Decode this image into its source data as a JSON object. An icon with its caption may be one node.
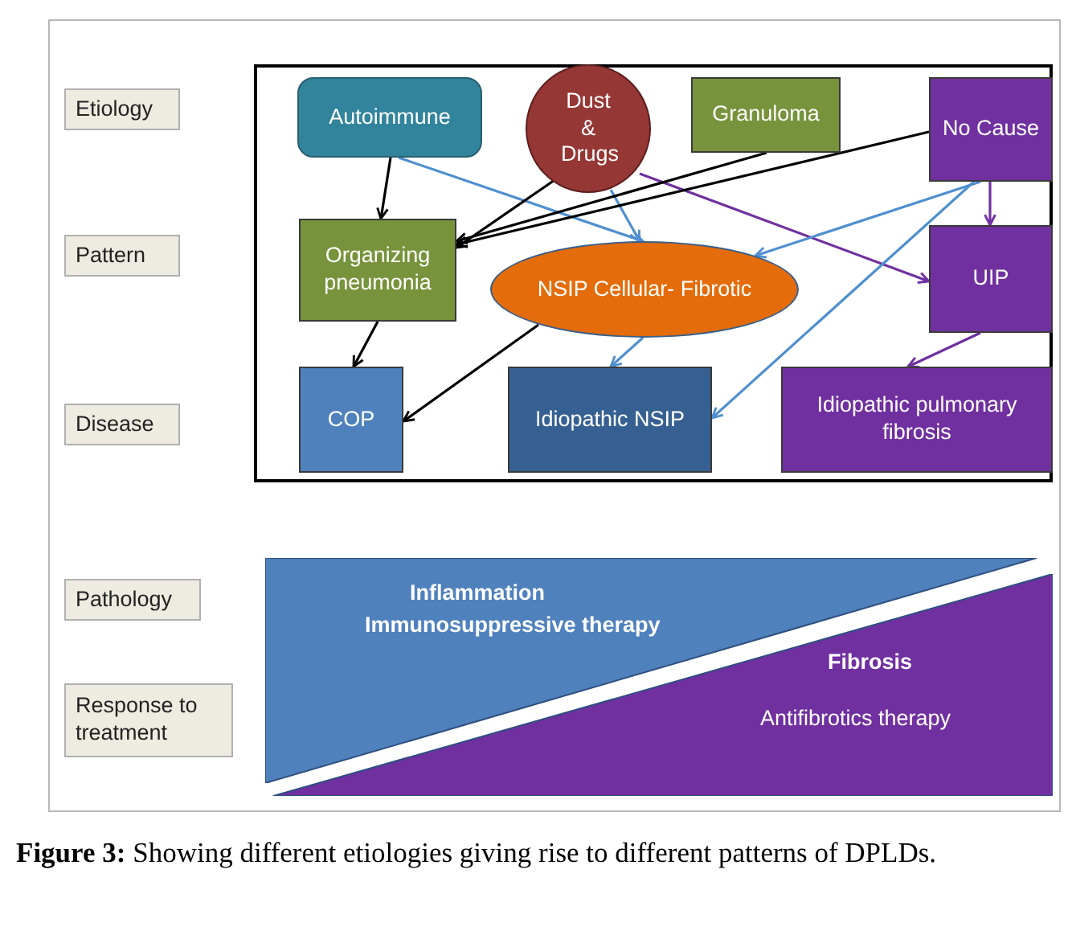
{
  "diagram": {
    "caption": "**Figure 3:** Showing different etiologies giving rise to different patterns of DPLDs.",
    "nodes": [
      {
        "text": [
          "Etiology"
        ]
      },
      {
        "text": [
          "Pattern"
        ]
      },
      {
        "text": [
          "Disease"
        ]
      },
      {
        "text": [
          "Pathology"
        ]
      },
      {
        "text": [
          "Response to treatment"
        ]
      },
      {
        "text": [
          "Autoimmune"
        ]
      },
      {
        "text": [
          "Dust & Drugs"
        ]
      },
      {
        "text": [
          "Granuloma"
        ]
      },
      {
        "text": [
          "No Cause"
        ]
      },
      {
        "text": [
          "Organizing pneumonia"
        ]
      },
      {
        "text": [
          "NSIP Cellular- Fibrotic"
        ]
      },
      {
        "text": [
          "UIP"
        ]
      },
      {
        "text": [
          "COP"
        ]
      },
      {
        "text": [
          "Idiopathic NSIP"
        ]
      },
      {
        "text": [
          "Idiopathic pulmonary fibrosis"
        ]
      },
      {
        "text": [
          "Inflammation",
          "Immunosuppressive therapy"
        ]
      },
      {
        "text": [
          "Fibrosis",
          "Antifibrotics therapy"
        ]
      }
    ],
    "edges": [
      {
        "from": 5,
        "to": 9,
        "arrow": "to"
      },
      {
        "from": 5,
        "to": 10,
        "arrow": "to",
        "color": "#4f8fd0"
      },
      {
        "from": 6,
        "to": 9,
        "arrow": "to"
      },
      {
        "from": 6,
        "to": 10,
        "arrow": "to",
        "color": "#4f8fd0"
      },
      {
        "from": 6,
        "to": 11,
        "arrow": "to",
        "color": "#7030a0"
      },
      {
        "from": 7,
        "to": 9,
        "arrow": "to"
      },
      {
        "from": 8,
        "to": 9,
        "arrow": "to"
      },
      {
        "from": 8,
        "to": 10,
        "arrow": "to",
        "color": "#4f8fd0"
      },
      {
        "from": 8,
        "to": 13,
        "arrow": "to",
        "color": "#4f8fd0"
      },
      {
        "from": 8,
        "to": 11,
        "arrow": "to",
        "color": "#7030a0"
      },
      {
        "from": 9,
        "to": 12,
        "arrow": "to"
      },
      {
        "from": 10,
        "to": 12,
        "arrow": "to"
      },
      {
        "from": 10,
        "to": 13,
        "arrow": "to",
        "color": "#4f8fd0"
      },
      {
        "from": 11,
        "to": 14,
        "arrow": "to",
        "color": "#7030a0"
      }
    ]
  }
}
